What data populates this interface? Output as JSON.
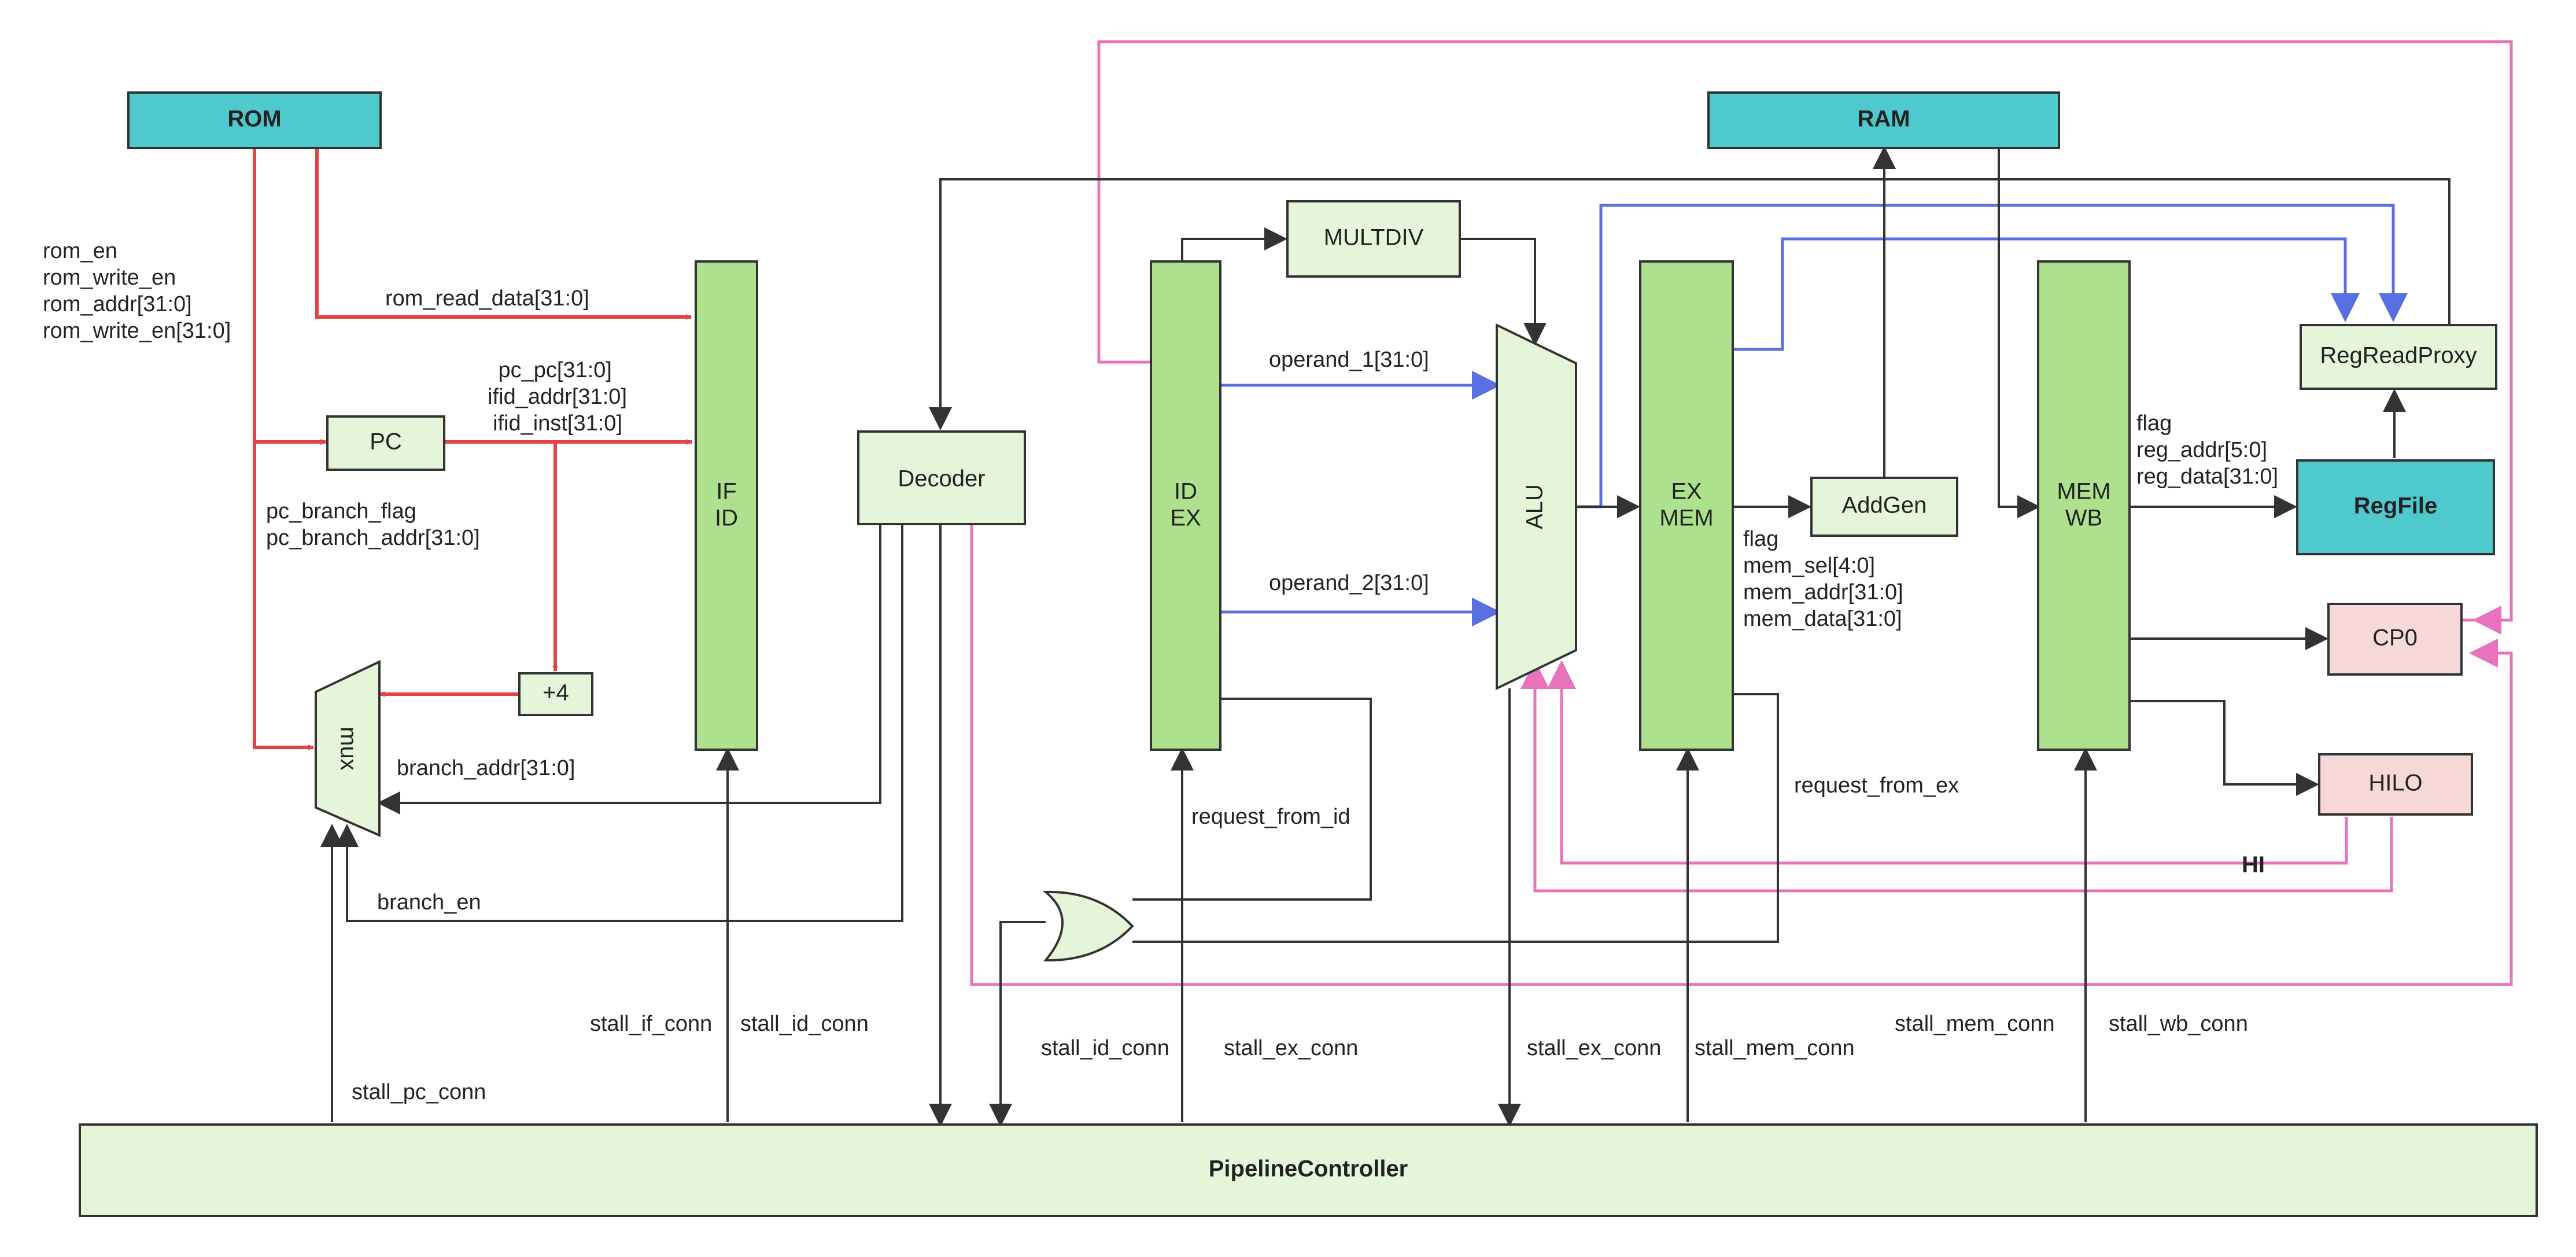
{
  "colors": {
    "teal": "#4ECACE",
    "green_block": "#AEE18E",
    "light_green": "#E4F5DA",
    "pink_block": "#F7D8D8",
    "red_wire": "#E04444",
    "blue_wire": "#5A6FE0",
    "pink_wire": "#E873BC",
    "dark_wire": "#333333"
  },
  "blocks": {
    "rom": "ROM",
    "ram": "RAM",
    "pc": "PC",
    "plus4": "+4",
    "mux": "mux",
    "if_id": [
      "IF",
      "ID"
    ],
    "decoder": "Decoder",
    "id_ex": [
      "ID",
      "EX"
    ],
    "multdiv": "MULTDIV",
    "alu": "ALU",
    "ex_mem": [
      "EX",
      "MEM"
    ],
    "addgen": "AddGen",
    "mem_wb": [
      "MEM",
      "WB"
    ],
    "regreadproxy": "RegReadProxy",
    "regfile": "RegFile",
    "cp0": "CP0",
    "hilo": "HILO",
    "pipeline_controller": "PipelineController"
  },
  "signals": {
    "rom_signals": [
      "rom_en",
      "rom_write_en",
      "rom_addr[31:0]",
      "rom_write_en[31:0]"
    ],
    "rom_read_data": "rom_read_data[31:0]",
    "pc_outputs": [
      "pc_pc[31:0]",
      "ifid_addr[31:0]",
      "ifid_inst[31:0]"
    ],
    "pc_branch": [
      "pc_branch_flag",
      "pc_branch_addr[31:0]"
    ],
    "branch_addr": "branch_addr[31:0]",
    "branch_en": "branch_en",
    "operand_1": "operand_1[31:0]",
    "operand_2": "operand_2[31:0]",
    "request_from_id": "request_from_id",
    "request_from_ex": "request_from_ex",
    "exmem_outputs": [
      "flag",
      "mem_sel[4:0]",
      "mem_addr[31:0]",
      "mem_data[31:0]"
    ],
    "memwb_outputs": [
      "flag",
      "reg_addr[5:0]",
      "reg_data[31:0]"
    ],
    "hi": "HI",
    "stall_pc": "stall_pc_conn",
    "stall_if": "stall_if_conn",
    "stall_id_1": "stall_id_conn",
    "stall_id_2": "stall_id_conn",
    "stall_ex_1": "stall_ex_conn",
    "stall_ex_2": "stall_ex_conn",
    "stall_mem_1": "stall_mem_conn",
    "stall_mem_2": "stall_mem_conn",
    "stall_wb": "stall_wb_conn"
  }
}
